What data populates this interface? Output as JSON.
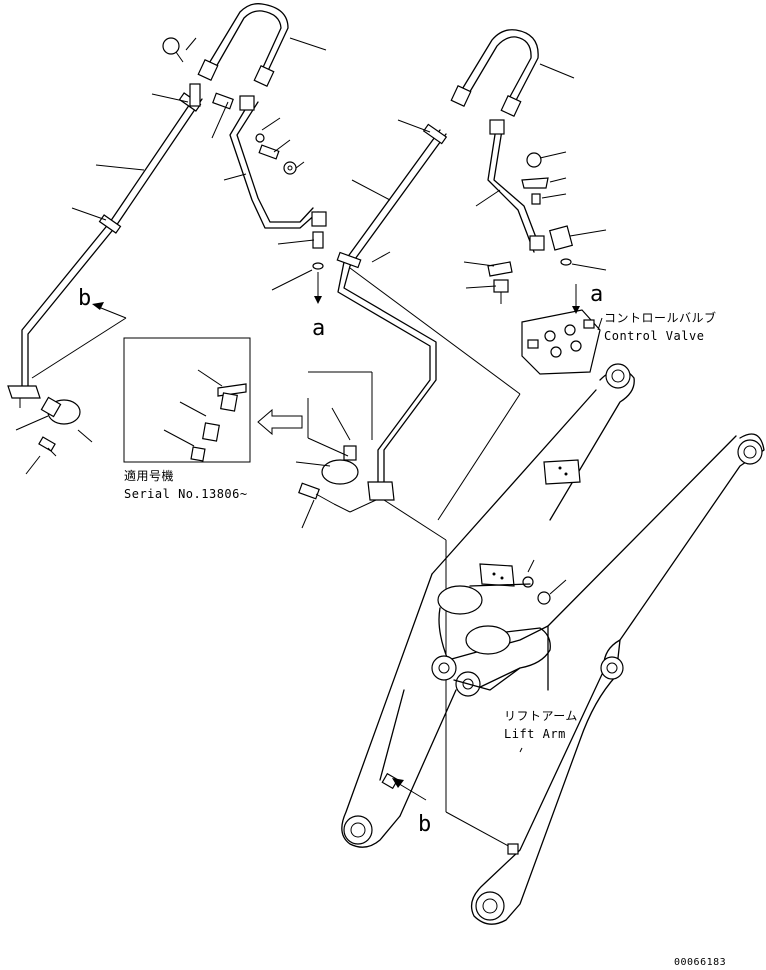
{
  "labels": {
    "control_valve_jp": "コントロールバルブ",
    "control_valve_en": "Control Valve",
    "lift_arm_jp": "リフトアーム",
    "lift_arm_en": "Lift Arm",
    "serial_jp": "適用号機",
    "serial_en": "Serial No.13806~",
    "ref_a": "a",
    "ref_b": "b",
    "drawing_number": "00066183"
  }
}
